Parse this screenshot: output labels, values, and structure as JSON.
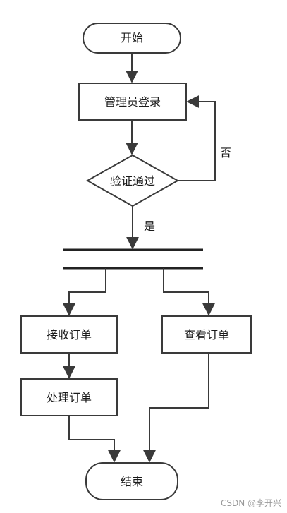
{
  "nodes": {
    "start": "开始",
    "admin_login": "管理员登录",
    "verify": "验证通过",
    "receive_order": "接收订单",
    "view_order": "查看订单",
    "process_order": "处理订单",
    "end": "结束"
  },
  "labels": {
    "no": "否",
    "yes": "是"
  },
  "watermark": "CSDN @李开兴"
}
